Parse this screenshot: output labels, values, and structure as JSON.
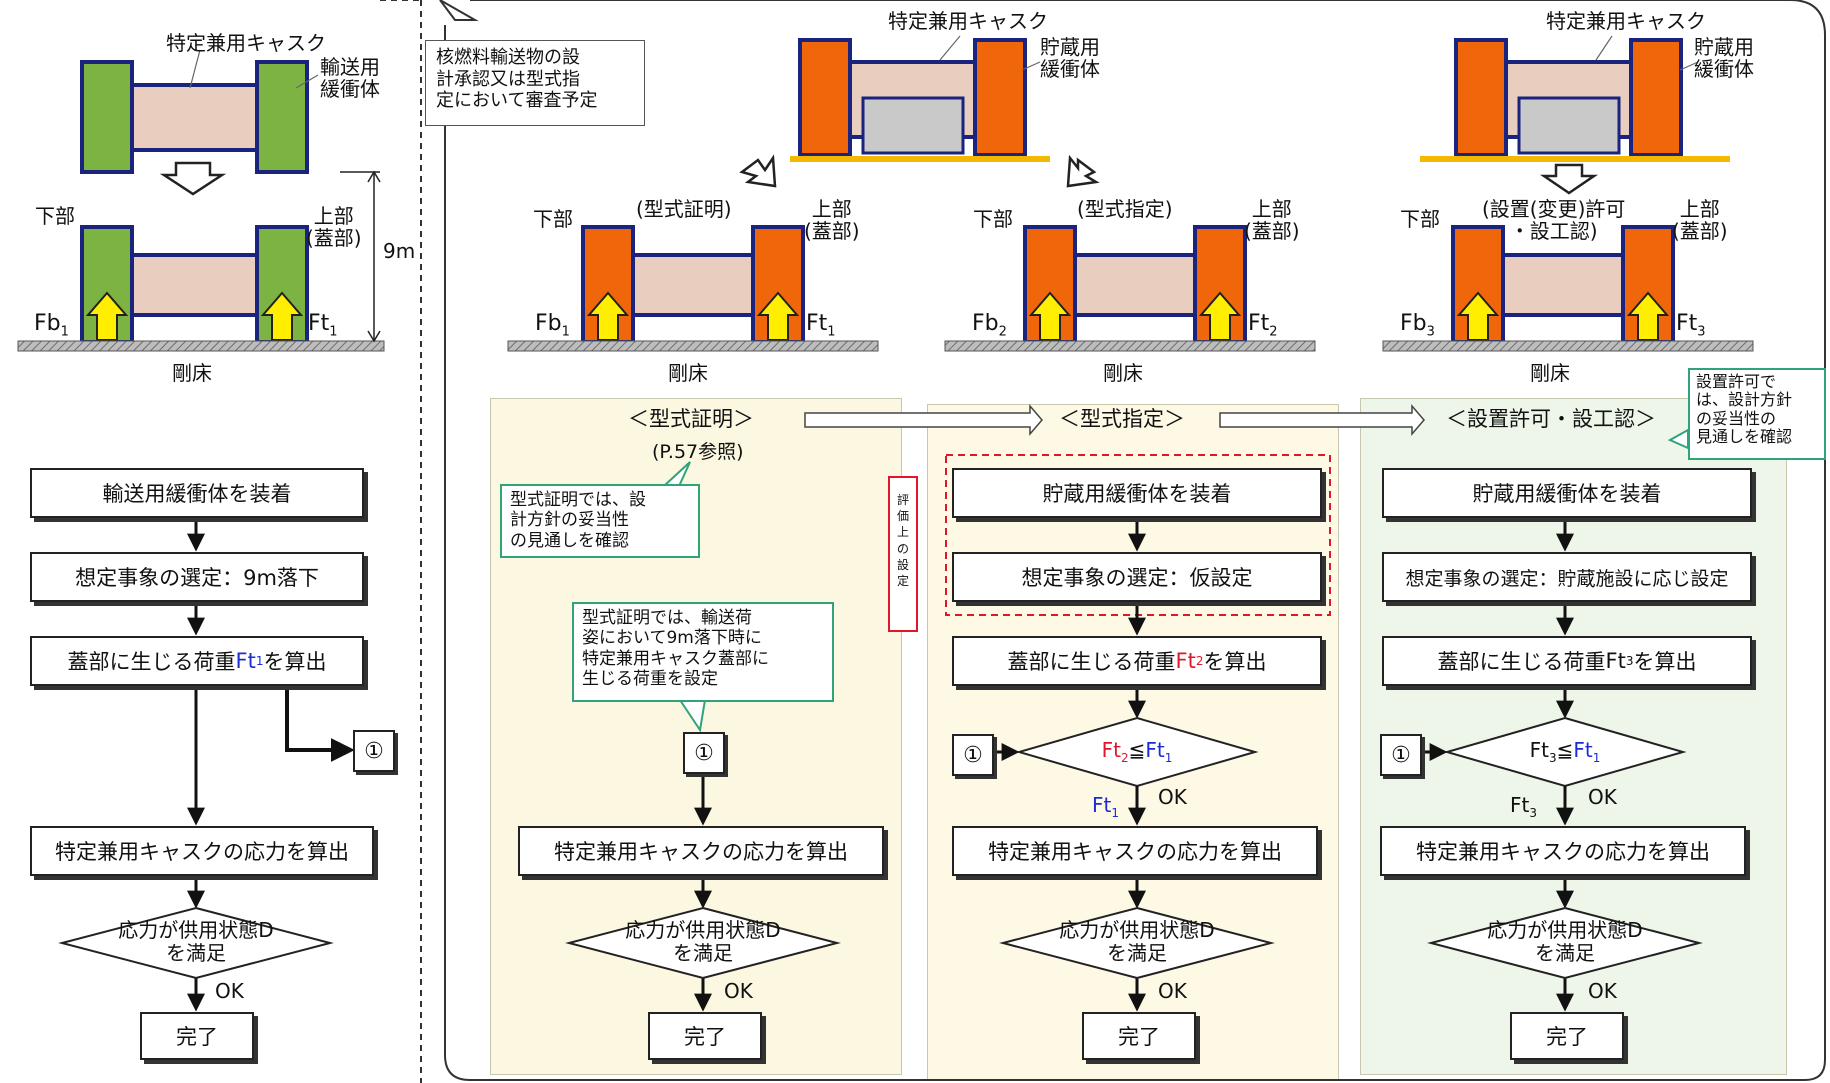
{
  "left": {
    "cask_label": "特定兼用キャスク",
    "buffer_label": "輸送用\n緩衝体",
    "lower": "下部",
    "upper": "上部\n(蓋部)",
    "height": "9m",
    "fb": "Fb",
    "fb_sub": "1",
    "ft": "Ft",
    "ft_sub": "1",
    "floor": "剛床",
    "steps": [
      "輸送用緩衝体を装着",
      "想定事象の選定：9m落下"
    ],
    "load_pre": "蓋部に生じる荷重",
    "load_ft": "Ft",
    "load_sub": "1",
    "load_post": "を算出",
    "ref": "①",
    "stress": "特定兼用キャスクの応力を算出",
    "decision": "応力が供用状態D\nを満足",
    "ok": "OK",
    "done": "完了"
  },
  "note_top": "核燃料輸送物の設\n計承認又は型式指\n定において審査予定",
  "top": {
    "cask_label": "特定兼用キャスク",
    "buffer_label": "貯蔵用\n緩衝体",
    "lower": "下部",
    "upper": "上部\n(蓋部)",
    "floor": "剛床",
    "fb": "Fb",
    "ft": "Ft",
    "scenario1": "(型式証明)",
    "scenario2": "(型式指定)",
    "scenario3": "(設置(変更)許可\n・設工認)",
    "sub1": "1",
    "sub2": "2",
    "sub3": "3"
  },
  "col1": {
    "header": "＜型式証明＞",
    "subheader": "(P.57参照)",
    "callout1": "型式証明では、設\n計方針の妥当性\nの見通しを確認",
    "callout2": "型式証明では、輸送荷\n姿において9m落下時に\n特定兼用キャスク蓋部に\n生じる荷重を設定",
    "ref": "①",
    "stress": "特定兼用キャスクの応力を算出",
    "decision": "応力が供用状態D\nを満足",
    "ok": "OK",
    "done": "完了"
  },
  "col2": {
    "header": "＜型式指定＞",
    "eval_label": "評\n価\n上\nの\n設\n定",
    "steps": [
      "貯蔵用緩衝体を装着",
      "想定事象の選定：仮設定"
    ],
    "load_pre": "蓋部に生じる荷重",
    "load_ft": "Ft",
    "load_sub": "2",
    "load_post": "を算出",
    "ref": "①",
    "cond_a": "Ft",
    "cond_a_sub": "2",
    "cond_op": "≦",
    "cond_b": "Ft",
    "cond_b_sub": "1",
    "branch": "Ft",
    "branch_sub": "1",
    "ok": "OK",
    "stress": "特定兼用キャスクの応力を算出",
    "decision": "応力が供用状態D\nを満足",
    "ok2": "OK",
    "done": "完了"
  },
  "col3": {
    "header": "＜設置許可・設工認＞",
    "callout": "設置許可で\nは、設計方針\nの妥当性の\n見通しを確認",
    "steps": [
      "貯蔵用緩衝体を装着",
      "想定事象の選定：貯蔵施設に応じ設定"
    ],
    "load_pre": "蓋部に生じる荷重",
    "load_ft": "Ft",
    "load_sub": "3",
    "load_post": "を算出",
    "ref": "①",
    "cond_a": "Ft",
    "cond_a_sub": "3",
    "cond_op": "≦",
    "cond_b": "Ft",
    "cond_b_sub": "1",
    "branch": "Ft",
    "branch_sub": "3",
    "ok": "OK",
    "stress": "特定兼用キャスクの応力を算出",
    "decision": "応力が供用状態D\nを満足",
    "ok2": "OK",
    "done": "完了"
  },
  "colors": {
    "green_cask": "#7cb342",
    "orange_cask": "#f0660a",
    "cask_outline": "#1a237e",
    "body_fill": "#e9cdbf",
    "arrow_yellow": "#ffee00",
    "col1_bg": "#fbf7e1",
    "col2_bg": "#fdf9e5",
    "col3_bg": "#eef6ea",
    "dashed_red": "#e0162b",
    "callout_green": "#2fa37a"
  }
}
